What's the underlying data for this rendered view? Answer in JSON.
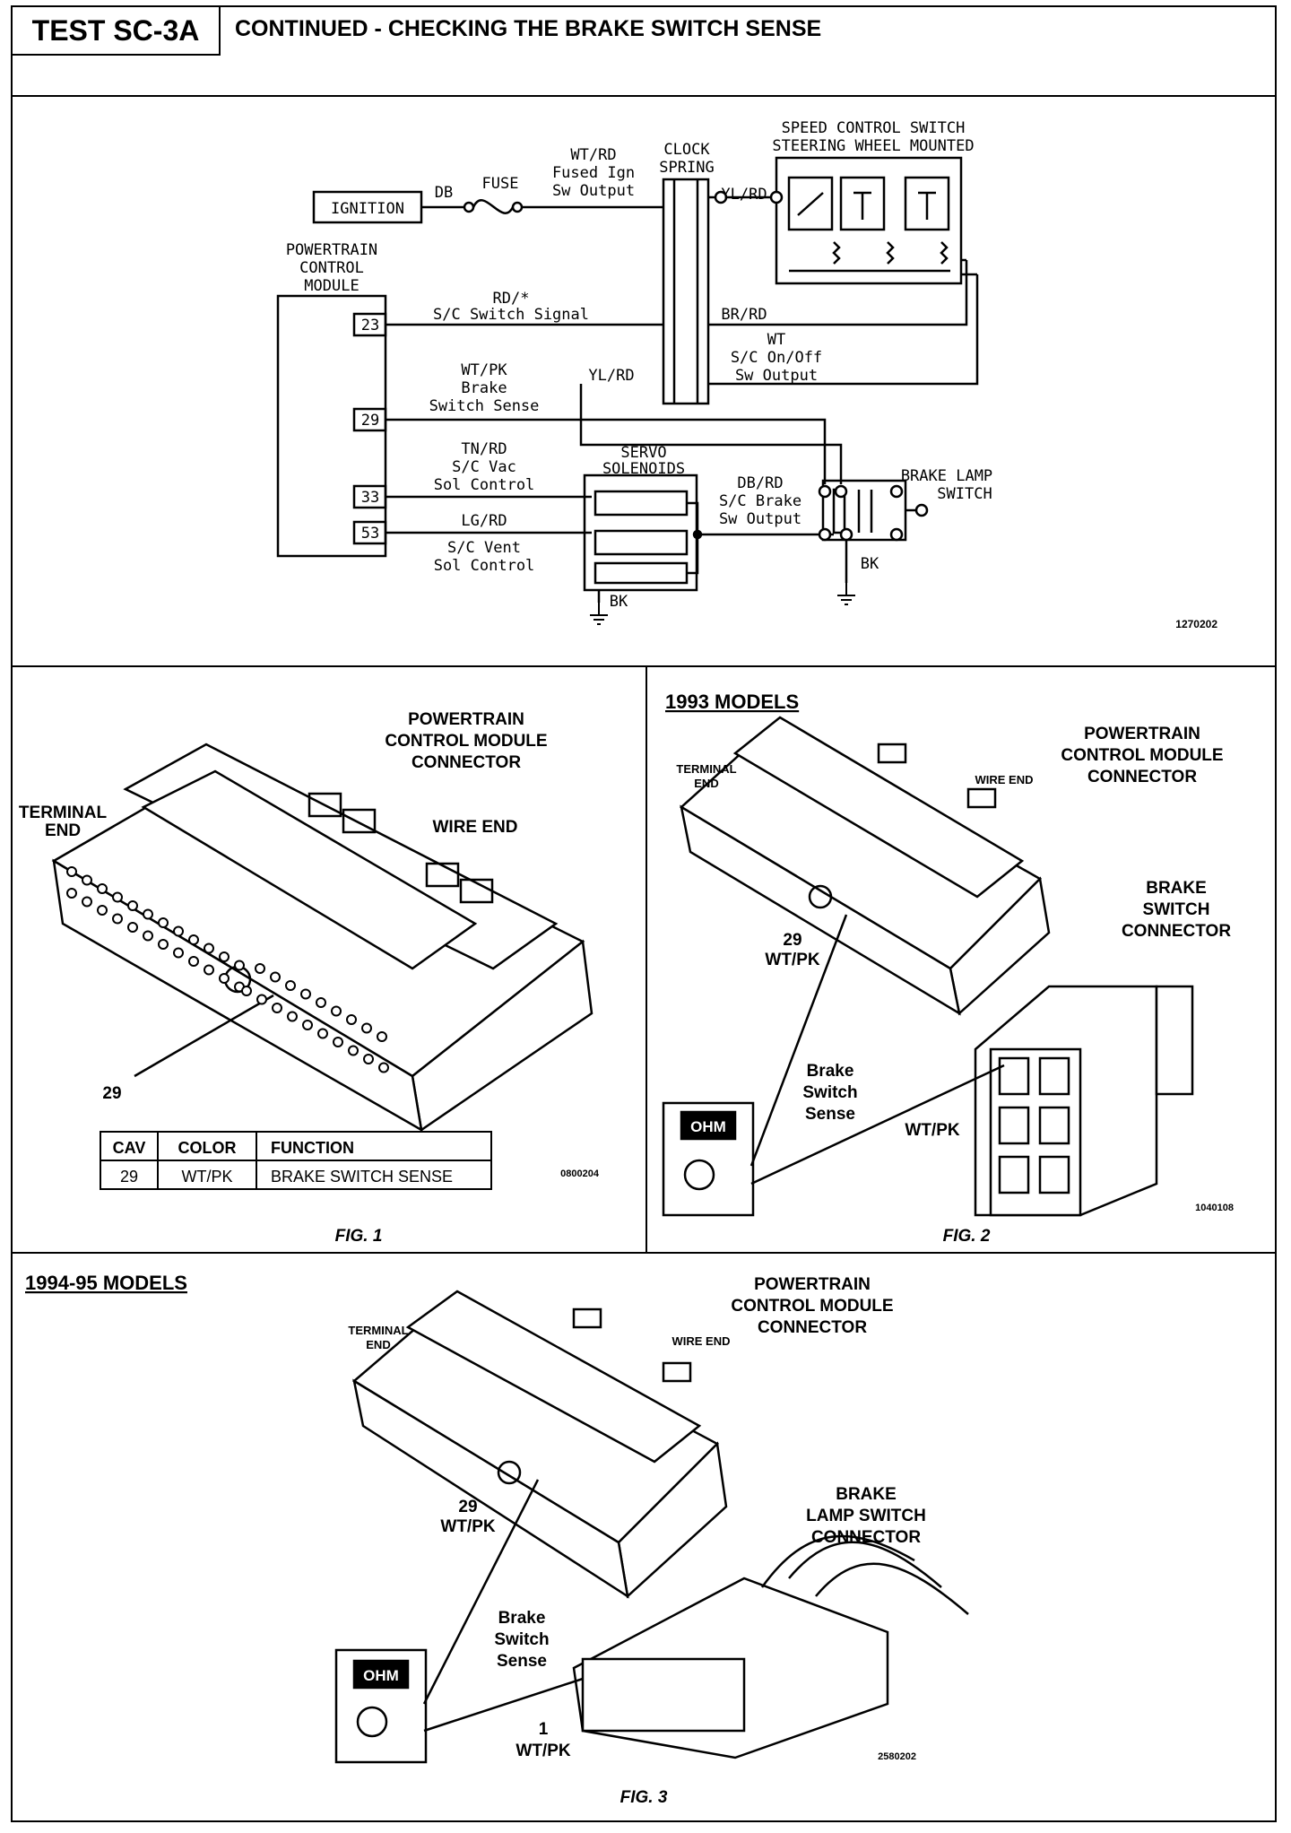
{
  "header": {
    "test_id": "TEST SC-3A",
    "title": "CONTINUED - CHECKING THE BRAKE SWITCH SENSE"
  },
  "schematic": {
    "ignition": "IGNITION",
    "db": "DB",
    "fuse": "FUSE",
    "fused_ign_1": "WT/RD",
    "fused_ign_2": "Fused Ign",
    "fused_ign_3": "Sw Output",
    "clock_spring_1": "CLOCK",
    "clock_spring_2": "SPRING",
    "yl_rd_top": "YL/RD",
    "speed_switch_1": "SPEED CONTROL SWITCH",
    "speed_switch_2": "STEERING WHEEL MOUNTED",
    "pcm_1": "POWERTRAIN",
    "pcm_2": "CONTROL",
    "pcm_3": "MODULE",
    "pin_23": "23",
    "pin_29": "29",
    "pin_33": "33",
    "pin_53": "53",
    "rd_x": "RD/*",
    "sc_switch_signal": "S/C Switch Signal",
    "br_rd": "BR/RD",
    "wt": "WT",
    "sc_onoff_1": "S/C On/Off",
    "sc_onoff_2": "Sw Output",
    "wt_pk": "WT/PK",
    "brake": "Brake",
    "switch_sense": "Switch Sense",
    "yl_rd_mid": "YL/RD",
    "tn_rd": "TN/RD",
    "sc_vac": "S/C Vac",
    "sol_control_1": "Sol Control",
    "lg_rd": "LG/RD",
    "sc_vent": "S/C Vent",
    "sol_control_2": "Sol Control",
    "servo_1": "SERVO",
    "servo_2": "SOLENOIDS",
    "db_rd": "DB/RD",
    "sc_brake_1": "S/C Brake",
    "sc_brake_2": "Sw Output",
    "brake_lamp_1": "BRAKE LAMP",
    "brake_lamp_2": "SWITCH",
    "bk_1": "BK",
    "bk_2": "BK",
    "ref": "1270202"
  },
  "fig1": {
    "title_1": "POWERTRAIN",
    "title_2": "CONTROL MODULE",
    "title_3": "CONNECTOR",
    "terminal_1": "TERMINAL",
    "terminal_2": "END",
    "wire_end": "WIRE END",
    "pin": "29",
    "table_headers": [
      "CAV",
      "COLOR",
      "FUNCTION"
    ],
    "table_row": [
      "29",
      "WT/PK",
      "BRAKE SWITCH SENSE"
    ],
    "ref": "0800204",
    "caption": "FIG. 1"
  },
  "fig2": {
    "models": "1993 MODELS",
    "title_1": "POWERTRAIN",
    "title_2": "CONTROL MODULE",
    "title_3": "CONNECTOR",
    "terminal_1": "TERMINAL",
    "terminal_2": "END",
    "wire_end": "WIRE END",
    "pin": "29",
    "pin_color": "WT/PK",
    "brake_1": "BRAKE",
    "brake_2": "SWITCH",
    "brake_3": "CONNECTOR",
    "sense_1": "Brake",
    "sense_2": "Switch",
    "sense_3": "Sense",
    "wire_color": "WT/PK",
    "meter": "OHM",
    "ref": "1040108",
    "caption": "FIG. 2"
  },
  "fig3": {
    "models": "1994-95 MODELS",
    "title_1": "POWERTRAIN",
    "title_2": "CONTROL MODULE",
    "title_3": "CONNECTOR",
    "terminal_1": "TERMINAL",
    "terminal_2": "END",
    "wire_end": "WIRE END",
    "pin": "29",
    "pin_color": "WT/PK",
    "lamp_1": "BRAKE",
    "lamp_2": "LAMP SWITCH",
    "lamp_3": "CONNECTOR",
    "sense_1": "Brake",
    "sense_2": "Switch",
    "sense_3": "Sense",
    "pin_1": "1",
    "pin_1_color": "WT/PK",
    "meter": "OHM",
    "ref": "2580202",
    "caption": "FIG. 3"
  }
}
